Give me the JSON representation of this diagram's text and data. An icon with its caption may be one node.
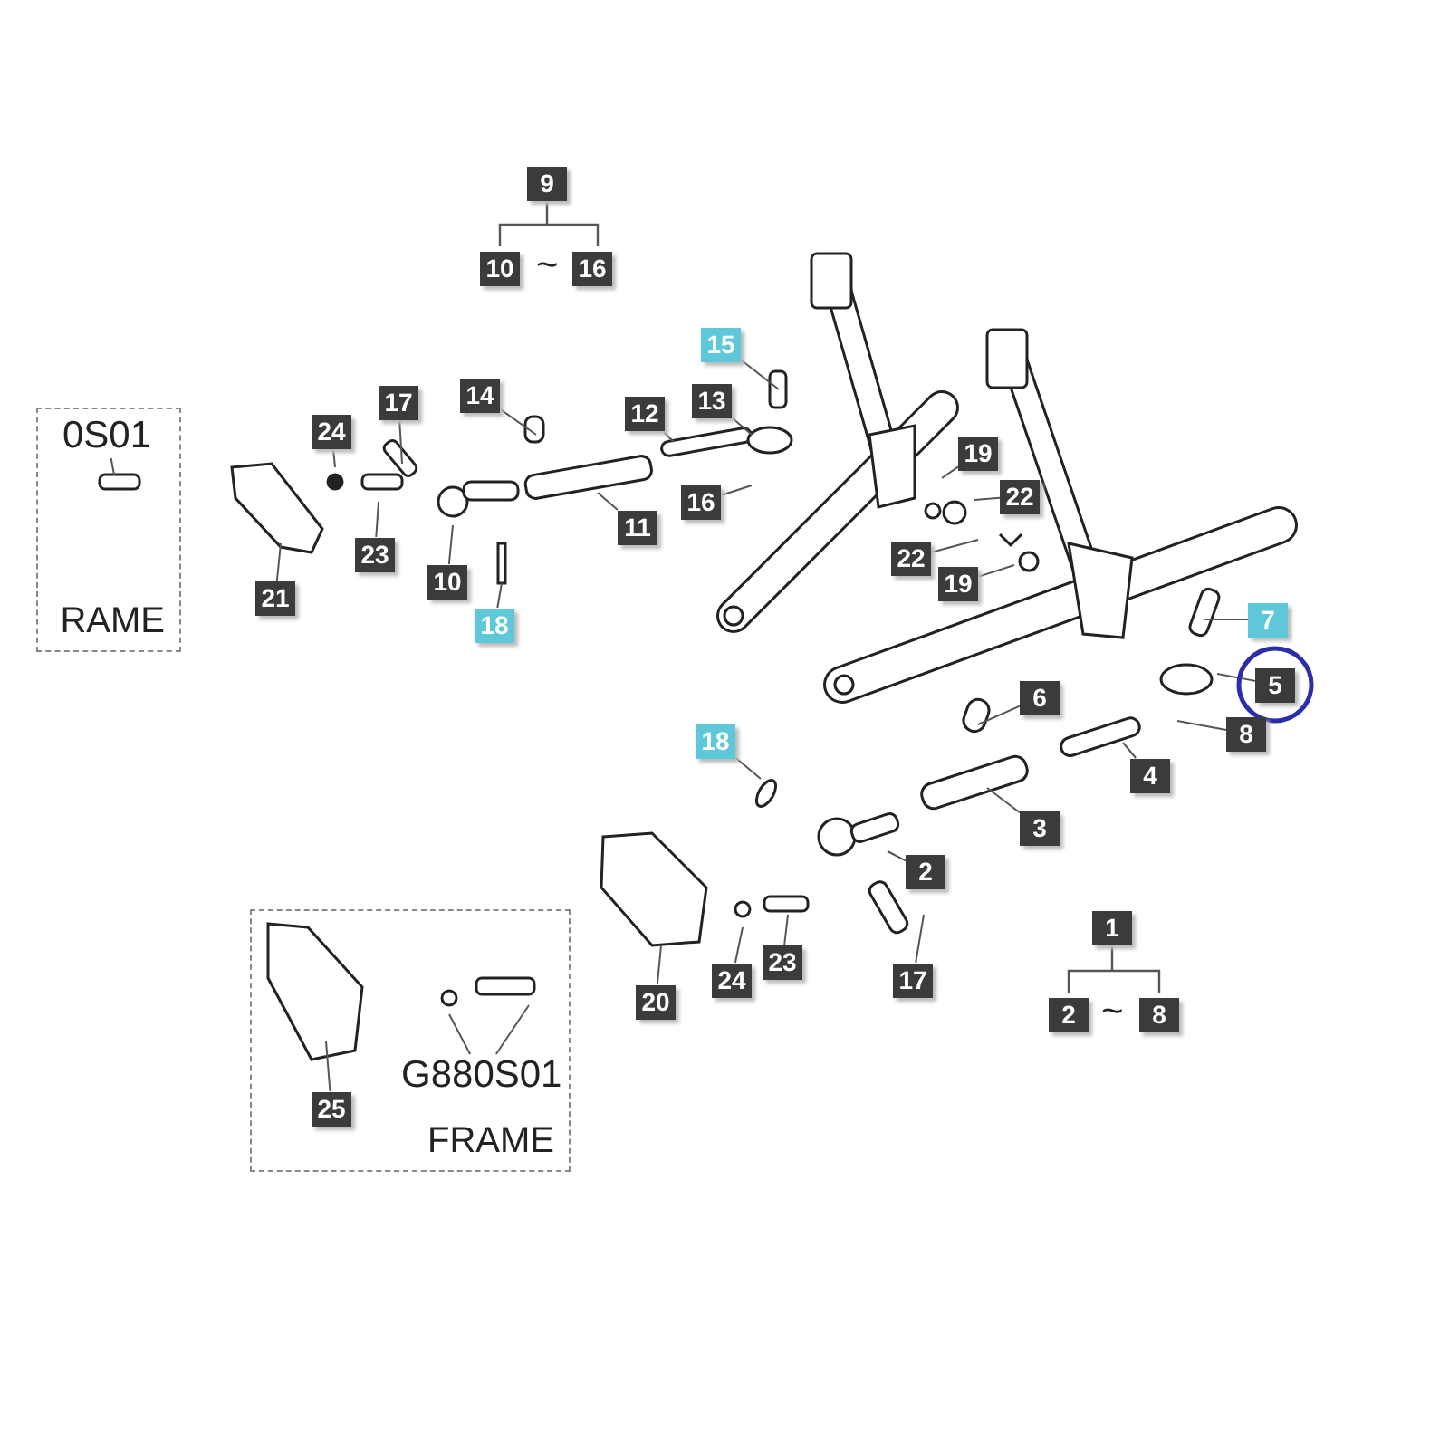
{
  "diagram": {
    "nodes": [
      {
        "text": [
          "9"
        ]
      },
      {
        "text": [
          "10"
        ]
      },
      {
        "text": [
          "16"
        ]
      },
      {
        "text": [
          "RAME"
        ]
      },
      {
        "text": [
          "0S01"
        ],
        "in": 3
      },
      {
        "text": [
          "15"
        ]
      },
      {
        "text": [
          "17"
        ]
      },
      {
        "text": [
          "14"
        ]
      },
      {
        "text": [
          "12"
        ]
      },
      {
        "text": [
          "13"
        ]
      },
      {
        "text": [
          "24"
        ]
      },
      {
        "text": [
          "16"
        ]
      },
      {
        "text": [
          "19"
        ]
      },
      {
        "text": [
          "22"
        ]
      },
      {
        "text": [
          "11"
        ]
      },
      {
        "text": [
          "23"
        ]
      },
      {
        "text": [
          "22"
        ]
      },
      {
        "text": [
          "19"
        ]
      },
      {
        "text": [
          "21"
        ]
      },
      {
        "text": [
          "10"
        ]
      },
      {
        "text": [
          "18"
        ]
      },
      {
        "text": [
          "7"
        ]
      },
      {
        "text": [
          "5"
        ]
      },
      {
        "text": [
          "6"
        ]
      },
      {
        "text": [
          "8"
        ]
      },
      {
        "text": [
          "18"
        ]
      },
      {
        "text": [
          "4"
        ]
      },
      {
        "text": [
          "3"
        ]
      },
      {
        "text": [
          "2"
        ]
      },
      {
        "text": [
          "1"
        ]
      },
      {
        "text": [
          "FRAME"
        ]
      },
      {
        "text": [
          "25"
        ],
        "in": 30
      },
      {
        "text": [
          "G880S01"
        ],
        "in": 30
      },
      {
        "text": [
          "24"
        ]
      },
      {
        "text": [
          "23"
        ]
      },
      {
        "text": [
          "20"
        ]
      },
      {
        "text": [
          "17"
        ]
      },
      {
        "text": [
          "2"
        ]
      },
      {
        "text": [
          "8"
        ]
      }
    ],
    "edges": [
      {
        "from": 4,
        "to": null,
        "arrow": "none"
      },
      {
        "from": 5,
        "to": null,
        "arrow": "none"
      },
      {
        "from": 6,
        "to": null,
        "arrow": "none"
      },
      {
        "from": 7,
        "to": null,
        "arrow": "none"
      },
      {
        "from": 8,
        "to": null,
        "arrow": "none"
      },
      {
        "from": 9,
        "to": null,
        "arrow": "none"
      },
      {
        "from": 10,
        "to": null,
        "arrow": "none"
      },
      {
        "from": 11,
        "to": null,
        "arrow": "none"
      },
      {
        "from": 12,
        "to": null,
        "arrow": "none"
      },
      {
        "from": 13,
        "to": null,
        "arrow": "none"
      },
      {
        "from": 14,
        "to": null,
        "arrow": "none"
      },
      {
        "from": 15,
        "to": null,
        "arrow": "none"
      },
      {
        "from": 16,
        "to": null,
        "arrow": "none"
      },
      {
        "from": 17,
        "to": null,
        "arrow": "none"
      },
      {
        "from": 18,
        "to": null,
        "arrow": "none"
      },
      {
        "from": 19,
        "to": null,
        "arrow": "none"
      },
      {
        "from": 20,
        "to": null,
        "arrow": "none"
      },
      {
        "from": 21,
        "to": null,
        "arrow": "none"
      },
      {
        "from": 22,
        "to": null,
        "arrow": "none"
      },
      {
        "from": 23,
        "to": null,
        "arrow": "none"
      },
      {
        "from": 24,
        "to": null,
        "arrow": "none"
      },
      {
        "from": 25,
        "to": null,
        "arrow": "none"
      },
      {
        "from": 26,
        "to": null,
        "arrow": "none"
      },
      {
        "from": 27,
        "to": null,
        "arrow": "none"
      },
      {
        "from": 28,
        "to": null,
        "arrow": "none"
      },
      {
        "from": 31,
        "to": null,
        "arrow": "none"
      },
      {
        "from": 32,
        "to": null,
        "arrow": "none"
      },
      {
        "from": 32,
        "to": null,
        "arrow": "none"
      },
      {
        "from": 33,
        "to": null,
        "arrow": "none"
      },
      {
        "from": 34,
        "to": null,
        "arrow": "none"
      },
      {
        "from": 35,
        "to": null,
        "arrow": "none"
      },
      {
        "from": 36,
        "to": null,
        "arrow": "none"
      }
    ],
    "labels": [
      "~",
      "~"
    ]
  }
}
